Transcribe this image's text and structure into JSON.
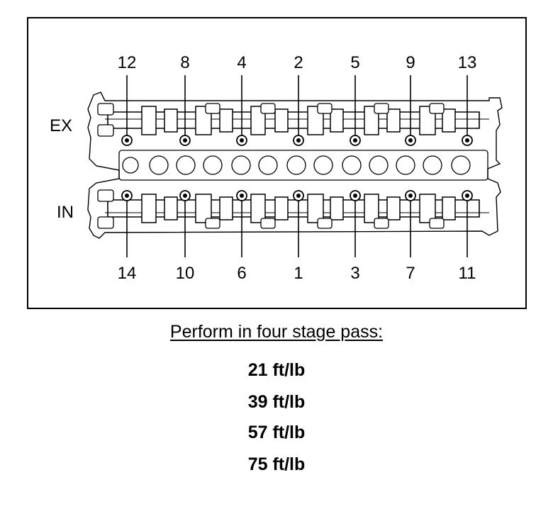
{
  "diagram": {
    "row_labels": {
      "exhaust": "EX",
      "intake": "IN"
    },
    "exhaust_bolts": [
      "12",
      "8",
      "4",
      "2",
      "5",
      "9",
      "13"
    ],
    "intake_bolts": [
      "14",
      "10",
      "6",
      "1",
      "3",
      "7",
      "11"
    ]
  },
  "caption": {
    "title": "Perform in four stage pass:",
    "stages": [
      "21 ft/lb",
      "39 ft/lb",
      "57 ft/lb",
      "75 ft/lb"
    ]
  }
}
